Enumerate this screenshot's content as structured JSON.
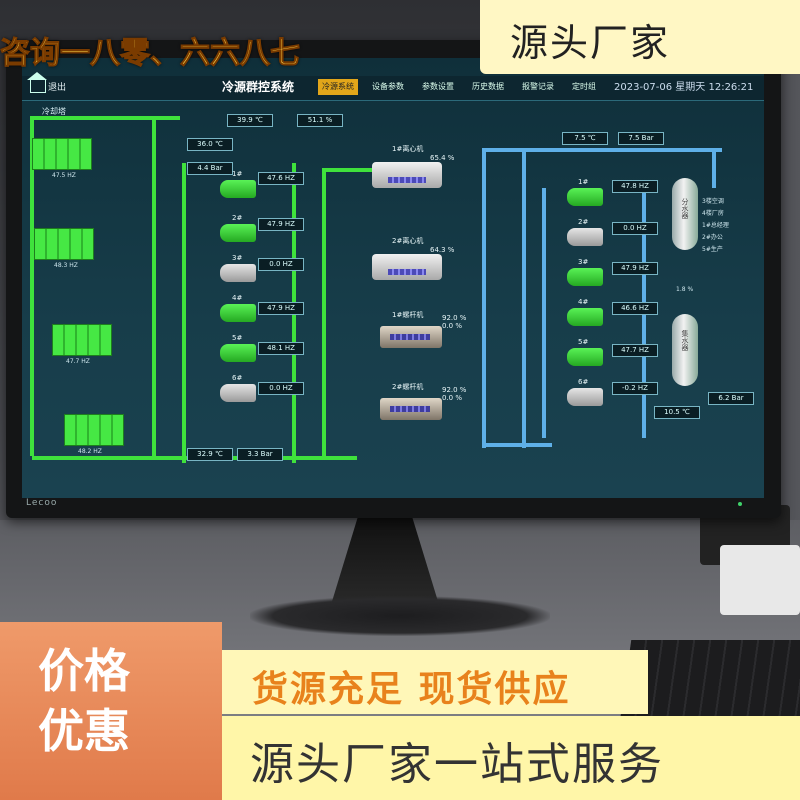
{
  "overlay": {
    "top_left_text": "咨询一八零、六六八七",
    "top_right_text": "源头厂家",
    "price_line1": "价格",
    "price_line2": "优惠",
    "supply_text": "货源充足  现货供应",
    "bottom_text": "源头厂家一站式服务"
  },
  "monitor": {
    "brand": "Lecoo"
  },
  "scada": {
    "exit_label": "退出",
    "title": "冷源群控系统",
    "tabs": [
      "冷源系统",
      "设备参数",
      "参数设置",
      "历史数据",
      "报警记录",
      "定时组"
    ],
    "datetime": "2023-07-06 星期天 12:26:21",
    "cooling_tower_label": "冷却塔",
    "readouts": {
      "outdoor_temp": "39.9 ℃",
      "outdoor_humidity": "51.1 %",
      "cw_supply_temp": "36.0 ℃",
      "cw_pressure": "4.4 Bar",
      "cw_return_temp": "32.9 ℃",
      "cw_return_pressure": "3.3 Bar",
      "chw_supply_temp": "7.5 ℃",
      "chw_supply_pressure": "7.5 Bar",
      "chw_return_temp": "10.5 ℃",
      "chw_return_pressure": "6.2 Bar"
    },
    "cw_pumps": [
      {
        "label": "1#",
        "freq": "47.6 HZ",
        "on": true
      },
      {
        "label": "2#",
        "freq": "47.9 HZ",
        "on": true
      },
      {
        "label": "3#",
        "freq": "0.0 HZ",
        "on": false
      },
      {
        "label": "4#",
        "freq": "47.9 HZ",
        "on": true
      },
      {
        "label": "5#",
        "freq": "48.1 HZ",
        "on": true
      },
      {
        "label": "6#",
        "freq": "0.0 HZ",
        "on": false
      }
    ],
    "chillers": [
      {
        "label": "1#离心机",
        "load": "65.4 %"
      },
      {
        "label": "2#离心机",
        "load": "64.3 %"
      },
      {
        "label": "1#螺杆机",
        "load": "92.0 %",
        "sub": "0.0 %"
      },
      {
        "label": "2#螺杆机",
        "load": "92.0 %",
        "sub": "0.0 %"
      }
    ],
    "chw_pumps": [
      {
        "label": "1#",
        "freq": "47.8 HZ"
      },
      {
        "label": "2#",
        "freq": "0.0 HZ"
      },
      {
        "label": "3#",
        "freq": "47.9 HZ"
      },
      {
        "label": "4#",
        "freq": "46.6 HZ"
      },
      {
        "label": "5#",
        "freq": "47.7 HZ"
      },
      {
        "label": "6#",
        "freq": "-0.2 HZ"
      }
    ],
    "tower_freqs": [
      "47.5 HZ",
      "48.3 HZ",
      "47.7 HZ",
      "48.2 HZ"
    ],
    "vessel_top": "分水器",
    "vessel_bottom": "集水器",
    "valve_pct": "1.8 %",
    "branch_labels": [
      "3楼空调",
      "4楼厂房",
      "1#总经理",
      "2#办公",
      "5#生产"
    ]
  }
}
